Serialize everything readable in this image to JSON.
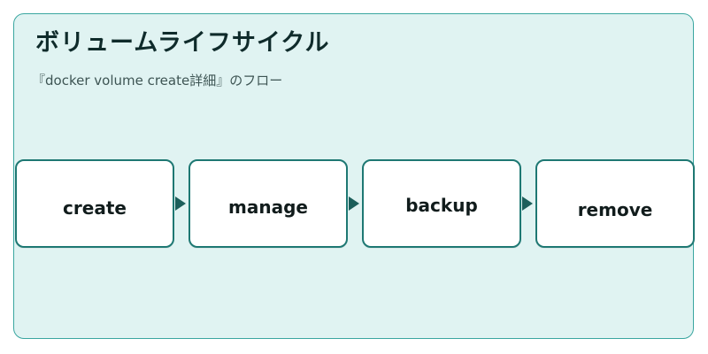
{
  "diagram": {
    "title": "ボリュームライフサイクル",
    "subtitle": "『docker volume create詳細』のフロー",
    "steps": [
      {
        "label": "create"
      },
      {
        "label": "manage"
      },
      {
        "label": "backup"
      },
      {
        "label": "remove"
      }
    ]
  },
  "colors": {
    "background": "#e0f3f2",
    "border": "#3aa6a0",
    "step_border": "#1e7873",
    "arrow": "#1c5f5b"
  }
}
